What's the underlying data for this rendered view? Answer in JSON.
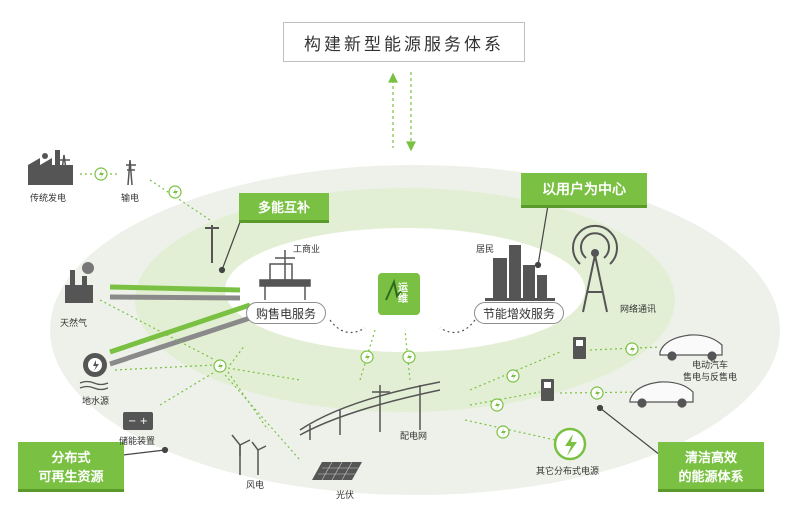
{
  "title": "构建新型能源服务体系",
  "tags": {
    "multi_energy": "多能互补",
    "user_center": "以用户为中心",
    "distributed": [
      "分布式",
      "可再生资源"
    ],
    "clean_efficient": [
      "清洁高效",
      "的能源体系"
    ]
  },
  "pills": {
    "purchase_service": "购售电服务",
    "energy_saving": "节能增效服务"
  },
  "labels": {
    "traditional_power": "传统发电",
    "transmission": "输电",
    "industry_commerce": "工商业",
    "residents": "居民",
    "network_comm": "网络通讯",
    "natural_gas": "天然气",
    "geothermal": "地水源",
    "storage": "储能装置",
    "wind": "风电",
    "solar": "光伏",
    "distribution": "配电网",
    "other_distributed": "其它分布式电源",
    "ev": [
      "电动汽车",
      "售电与反售电"
    ]
  },
  "logo_text": "运维",
  "colors": {
    "green": "#7ac143",
    "green_dark": "#5a9a2a",
    "ellipse_outer": "#eef1ea",
    "ellipse_mid": "#e3efd5",
    "gray_icon": "#555555"
  }
}
